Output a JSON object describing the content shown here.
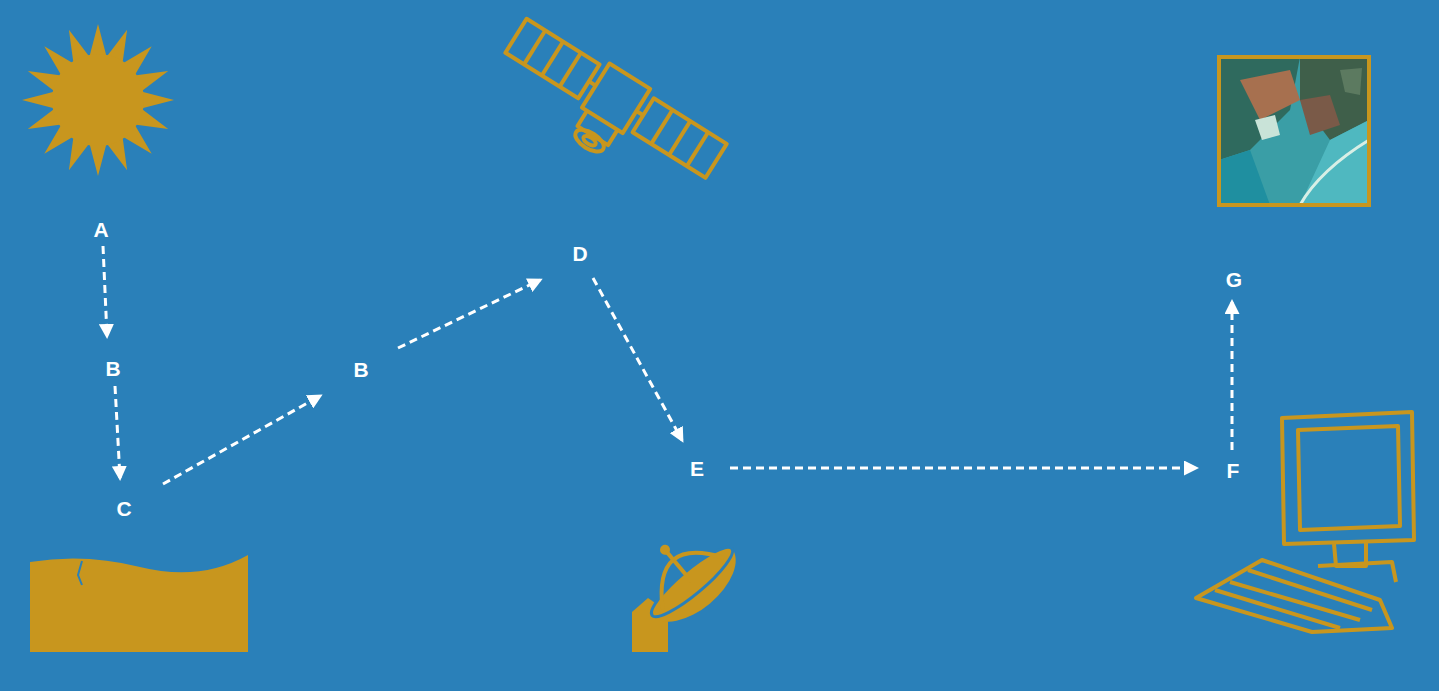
{
  "diagram": {
    "labels": [
      "A",
      "B",
      "C",
      "B",
      "D",
      "E",
      "F",
      "G"
    ]
  }
}
